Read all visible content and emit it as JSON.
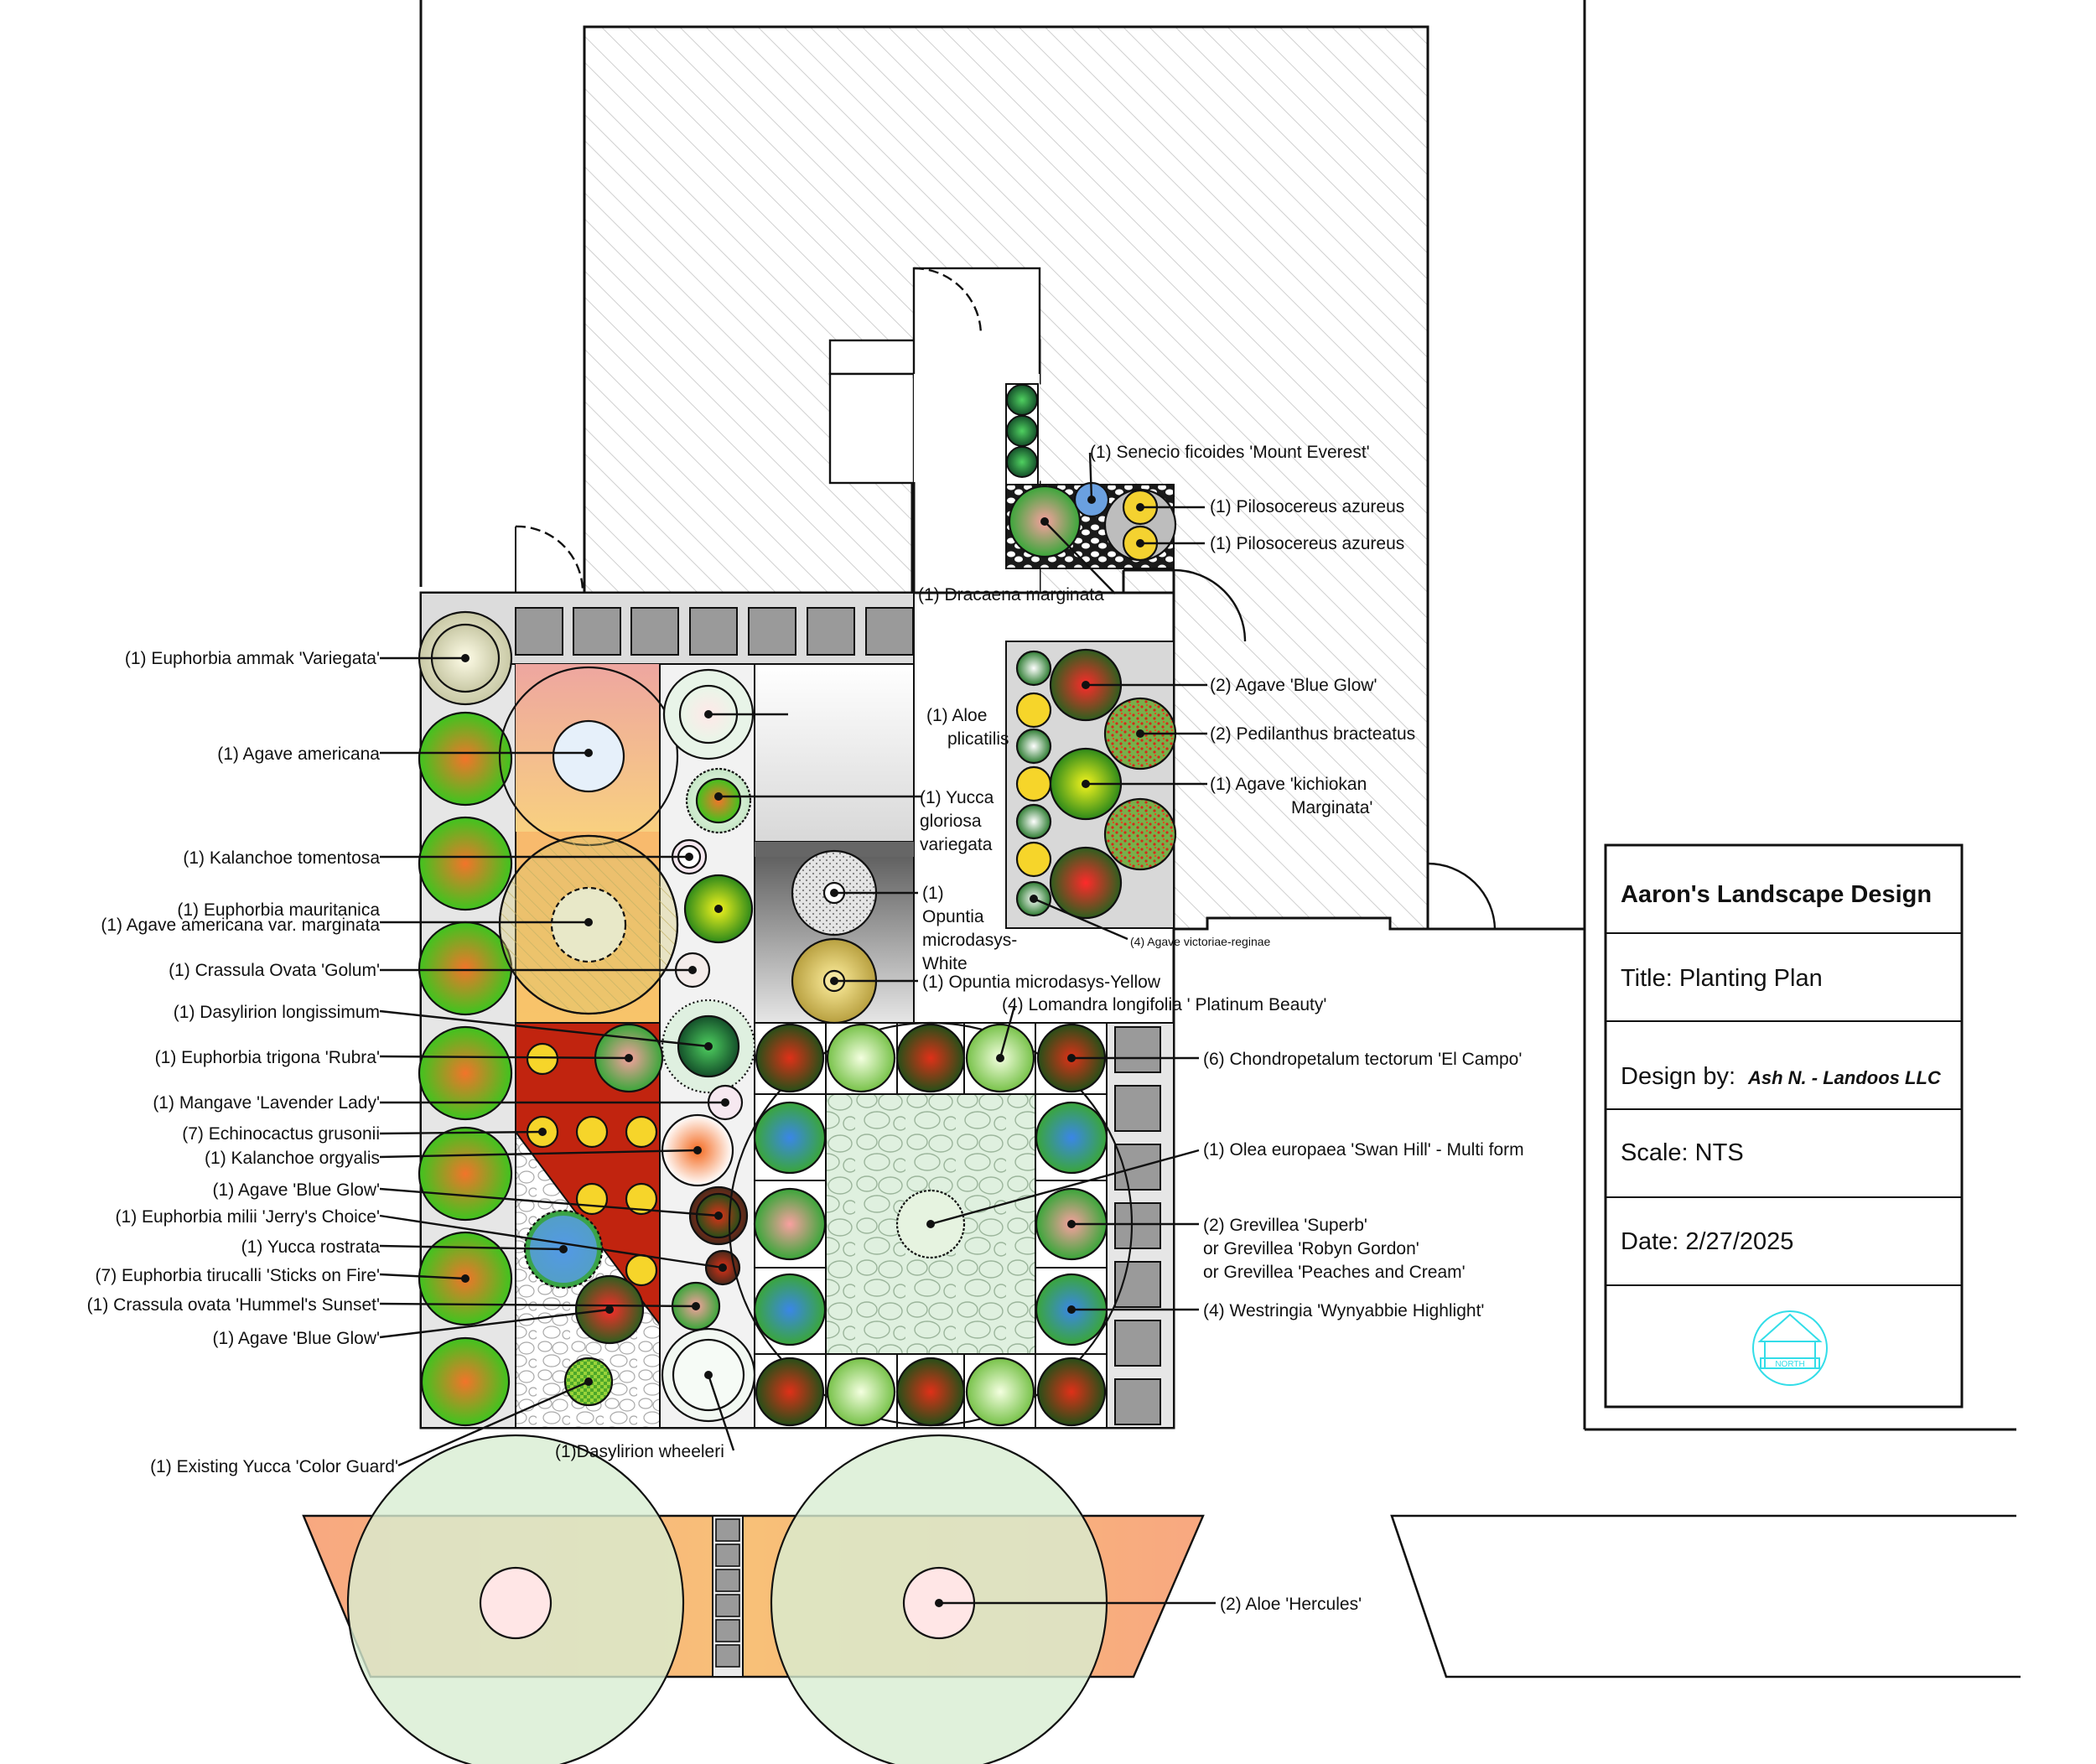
{
  "title_block": {
    "company": "Aaron's Landscape Design",
    "title": "Title: Planting Plan",
    "design_by_label": "Design by:",
    "design_by_value": "Ash N. - Landoos LLC",
    "scale": "Scale: NTS",
    "date": "Date: 2/27/2025",
    "logo_text": "NORTH"
  },
  "labels": {
    "senecio": "(1) Senecio ficoides 'Mount Everest'",
    "pilosocereus_1": "(1) Pilosocereus azureus",
    "pilosocereus_2": "(1) Pilosocereus azureus",
    "dracaena": "(1) Dracaena marginata",
    "agave_blue_glow_2": "(2) Agave 'Blue Glow'",
    "pedilanthus": "(2) Pedilanthus bracteatus",
    "agave_kichiokan_1": "(1) Agave 'kichiokan",
    "agave_kichiokan_2": "Marginata'",
    "agave_victoriae": "(4) Agave victoriae-reginae",
    "aloe_plicatilis_1": "(1) Aloe",
    "aloe_plicatilis_2": "plicatilis",
    "yucca_gloriosa_1": "(1) Yucca",
    "yucca_gloriosa_2": "gloriosa",
    "yucca_gloriosa_3": "variegata",
    "opuntia_white_1": "(1)",
    "opuntia_white_2": "Opuntia",
    "opuntia_white_3": "microdasys-",
    "opuntia_white_4": "White",
    "opuntia_yellow": "(1) Opuntia microdasys-Yellow",
    "lomandra": "(4) Lomandra longifolia ' Platinum Beauty'",
    "chondropetalum": "(6) Chondropetalum tectorum 'El Campo'",
    "olea": "(1) Olea europaea 'Swan Hill' - Multi form",
    "grevillea_1": "(2) Grevillea 'Superb'",
    "grevillea_2": "or Grevillea 'Robyn Gordon'",
    "grevillea_3": "or Grevillea 'Peaches and Cream'",
    "westringia": "(4)  Westringia 'Wynyabbie Highlight'",
    "aloe_hercules": "(2) Aloe 'Hercules'",
    "euphorbia_ammak": "(1) Euphorbia ammak 'Variegata'",
    "agave_americana": "(1) Agave americana",
    "kalanchoe_tomentosa": "(1) Kalanchoe tomentosa",
    "euphorbia_mauritanica": "(1) Euphorbia mauritanica",
    "agave_marginata": "(1) Agave americana var. marginata",
    "crassula_golum": "(1) Crassula Ovata 'Golum'",
    "dasylirion_longissimum": "(1) Dasylirion longissimum",
    "euphorbia_trigona": "(1) Euphorbia trigona 'Rubra'",
    "mangave": "(1) Mangave 'Lavender Lady'",
    "echinocactus": "(7) Echinocactus grusonii",
    "kalanchoe_orgyalis": "(1) Kalanchoe orgyalis",
    "agave_blue_glow_a": "(1) Agave 'Blue Glow'",
    "euphorbia_milii": "(1) Euphorbia milii 'Jerry's Choice'",
    "yucca_rostrata": "(1) Yucca rostrata",
    "euphorbia_tirucalli": "(7) Euphorbia tirucalli 'Sticks on Fire'",
    "crassula_hummel": "(1) Crassula ovata 'Hummel's Sunset'",
    "agave_blue_glow_b": "(1) Agave 'Blue Glow'",
    "existing_yucca": "(1) Existing Yucca 'Color Guard'",
    "dasylirion_wheeleri": "(1)Dasylirion wheeleri"
  },
  "colors": {
    "orange_bed": "#f7a86e",
    "salmon_bed": "#f4a98a",
    "red_triangle": "#c1240f",
    "paver_gray": "#9a9a9a",
    "logo_cyan": "#33dde8",
    "shrub_green": "#3fc41f",
    "shrub_center": "#f2742a"
  }
}
